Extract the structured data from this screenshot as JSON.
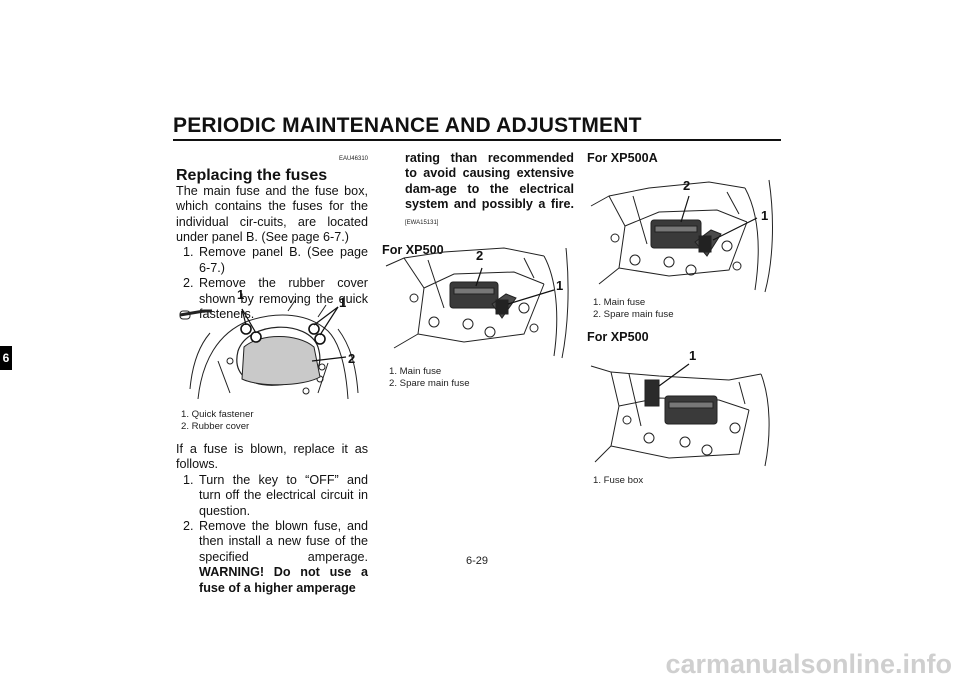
{
  "header": {
    "title": "PERIODIC MAINTENANCE AND ADJUSTMENT"
  },
  "chapter_tab": "6",
  "left": {
    "code": "EAU46310",
    "heading": "Replacing the fuses",
    "intro": "The main fuse and the fuse box, which contains the fuses for the individual cir-cuits, are located under panel B. (See page 6-7.)",
    "steps": [
      {
        "num": "1.",
        "text": "Remove panel B. (See page 6-7.)"
      },
      {
        "num": "2.",
        "text": "Remove the rubber cover shown by removing the quick fasteners."
      }
    ],
    "figure_callouts": [
      "1",
      "1",
      "2"
    ],
    "captions": [
      "1. Quick fastener",
      "2. Rubber cover"
    ],
    "intro2": "If a fuse is blown, replace it as follows.",
    "steps2": [
      {
        "num": "1.",
        "text": "Turn the key to “OFF” and turn off the electrical circuit in question."
      },
      {
        "num": "2.",
        "text": "Remove the blown fuse, and then install a new fuse of the specified amperage.",
        "warning": "WARNING! Do not use a fuse of a higher amperage"
      }
    ]
  },
  "middle": {
    "warning_cont": "rating than recommended to avoid causing extensive dam-age to the electrical system and possibly a fire.",
    "warning_code": "[EWA15131]",
    "subheading": "For XP500",
    "figure_callouts": [
      "2",
      "1"
    ],
    "captions": [
      "1. Main fuse",
      "2. Spare main fuse"
    ]
  },
  "right": {
    "subheading1": "For XP500A",
    "figure1_callouts": [
      "2",
      "1"
    ],
    "captions1": [
      "1. Main fuse",
      "2. Spare main fuse"
    ],
    "subheading2": "For XP500",
    "figure2_callouts": [
      "1"
    ],
    "captions2": [
      "1. Fuse box"
    ]
  },
  "page_number": "6-29",
  "watermark": "carmanualsonline.info"
}
